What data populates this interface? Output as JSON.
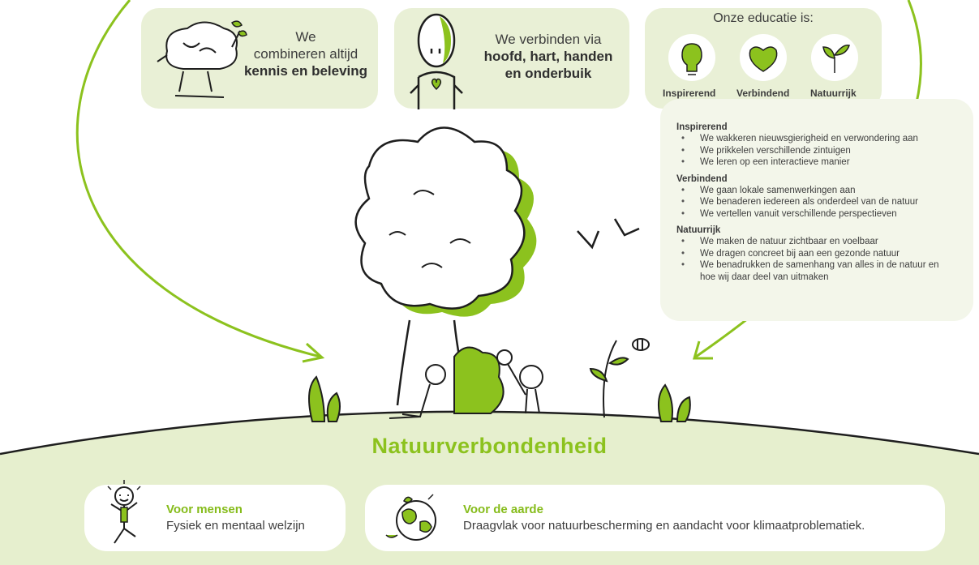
{
  "cards": {
    "combine": {
      "line1": "We",
      "line2": "combineren altijd",
      "line3": "kennis en beleving"
    },
    "connect": {
      "line1": "We verbinden via",
      "line2": "hoofd, hart, handen",
      "line3": "en onderbuik"
    },
    "education": {
      "title": "Onze educatie is:",
      "items": [
        {
          "label": "Inspirerend",
          "icon": "lightbulb-icon"
        },
        {
          "label": "Verbindend",
          "icon": "heart-handshake-icon"
        },
        {
          "label": "Natuurrijk",
          "icon": "sprout-icon"
        }
      ]
    }
  },
  "details": {
    "sections": [
      {
        "heading": "Inspirerend",
        "bullets": [
          "We wakkeren nieuwsgierigheid en verwondering aan",
          "We prikkelen verschillende zintuigen",
          "We leren op een interactieve manier"
        ]
      },
      {
        "heading": "Verbindend",
        "bullets": [
          "We gaan lokale samenwerkingen aan",
          "We benaderen iedereen als onderdeel van de natuur",
          "We vertellen vanuit verschillende perspectieven"
        ]
      },
      {
        "heading": "Natuurrijk",
        "bullets": [
          "We maken de natuur zichtbaar en voelbaar",
          "We dragen concreet bij aan een gezonde natuur",
          "We benadrukken de samenhang van alles in de natuur en hoe wij daar deel van uitmaken"
        ]
      }
    ]
  },
  "main_title": "Natuurverbondenheid",
  "bottom": {
    "people": {
      "title": "Voor mensen",
      "subtitle": "Fysiek en mentaal welzijn"
    },
    "earth": {
      "title": "Voor de aarde",
      "subtitle": "Draagvlak voor natuurbescherming en aandacht voor klimaatproblematiek."
    }
  },
  "colors": {
    "accent": "#8cc21e",
    "card_bg": "#e9f0d6",
    "ground": "#e6efce",
    "text": "#3d3d3d"
  }
}
